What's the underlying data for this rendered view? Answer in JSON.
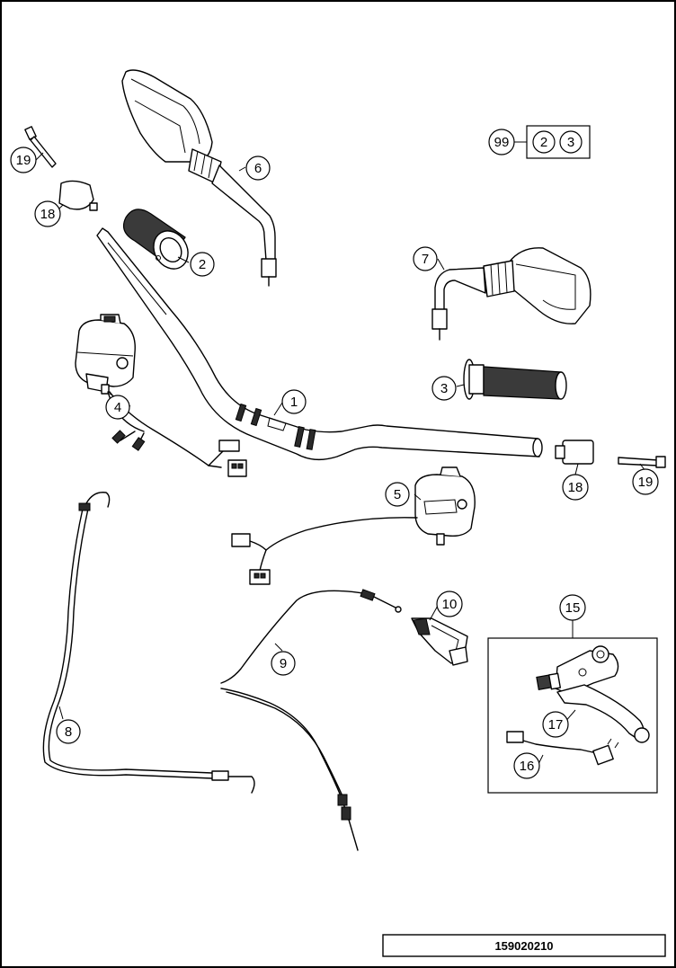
{
  "diagram": {
    "drawing_number": "159020210",
    "callouts": [
      "1",
      "2",
      "3",
      "4",
      "5",
      "6",
      "7",
      "8",
      "9",
      "10",
      "15",
      "16",
      "17",
      "18",
      "18",
      "19",
      "19"
    ],
    "kit": {
      "number": "99",
      "contents": [
        "2",
        "3"
      ]
    }
  },
  "parts_icons": {
    "handlebar": "handlebar-icon",
    "grip_left": "grip-icon",
    "grip_right": "grip-icon",
    "switch_left": "handlebar-switch-icon",
    "switch_right": "handlebar-switch-icon",
    "mirror_left": "mirror-icon",
    "mirror_right": "mirror-icon",
    "clutch_cable": "cable-icon",
    "throttle_cable": "cable-icon",
    "throttle_cover": "cover-icon",
    "lever_assembly": "lever-icon",
    "bar_end_weight": "bar-end-icon",
    "screw": "screw-icon"
  }
}
